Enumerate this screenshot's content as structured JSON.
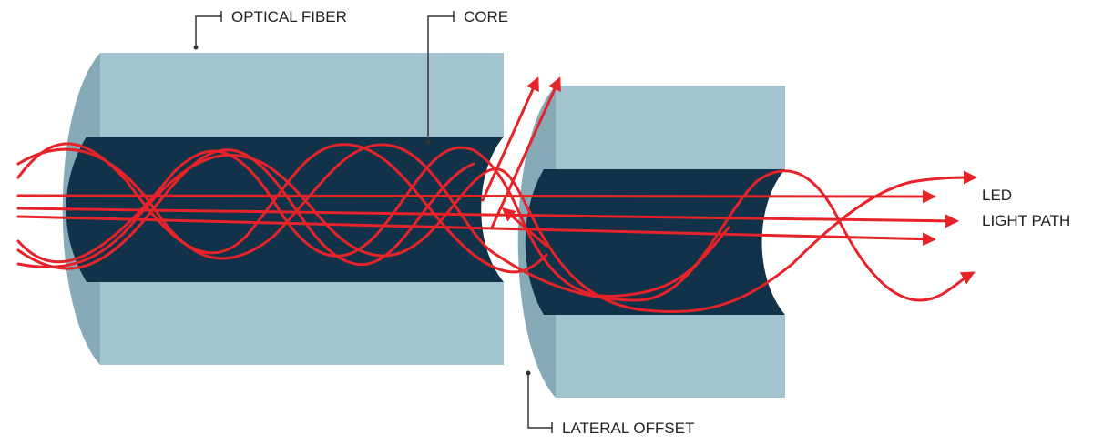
{
  "labels": {
    "optical_fiber": "OPTICAL FIBER",
    "core": "CORE",
    "led_line1": "LED",
    "led_line2": "LIGHT PATH",
    "lateral_offset": "LATERAL OFFSET"
  },
  "colors": {
    "cladding": "#a2c4d1",
    "cladding_face": "#86aab8",
    "core": "#12324a",
    "light_ray": "#e52329",
    "leader_line": "#333333",
    "background": "#ffffff"
  }
}
